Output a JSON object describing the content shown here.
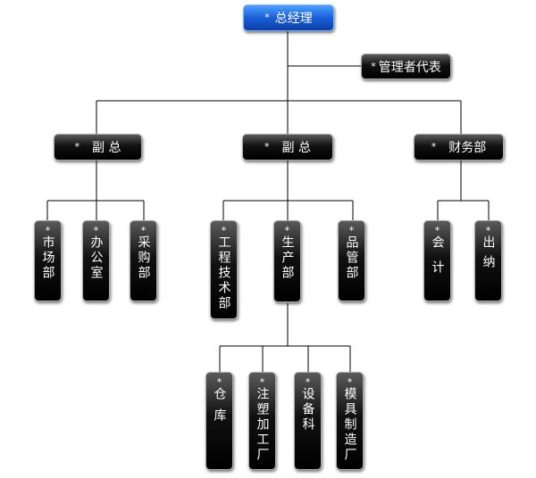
{
  "chart": {
    "marker": "*",
    "ceo": "总经理",
    "rep": "管理者代表",
    "vp1": {
      "label": "副 总",
      "depts": [
        "市场部",
        "办公室",
        "采购部"
      ]
    },
    "vp2": {
      "label": "副 总",
      "depts": [
        "工程技术部",
        "生产部",
        "品管部"
      ]
    },
    "prod_units": [
      "仓库",
      "注塑加工厂",
      "设备科",
      "模具制造厂"
    ],
    "finance": {
      "label": "财务部",
      "depts": [
        "会计",
        "出纳"
      ]
    }
  },
  "colors": {
    "top_node": "#1a5fd8",
    "node": "#000000",
    "line": "#000000"
  }
}
